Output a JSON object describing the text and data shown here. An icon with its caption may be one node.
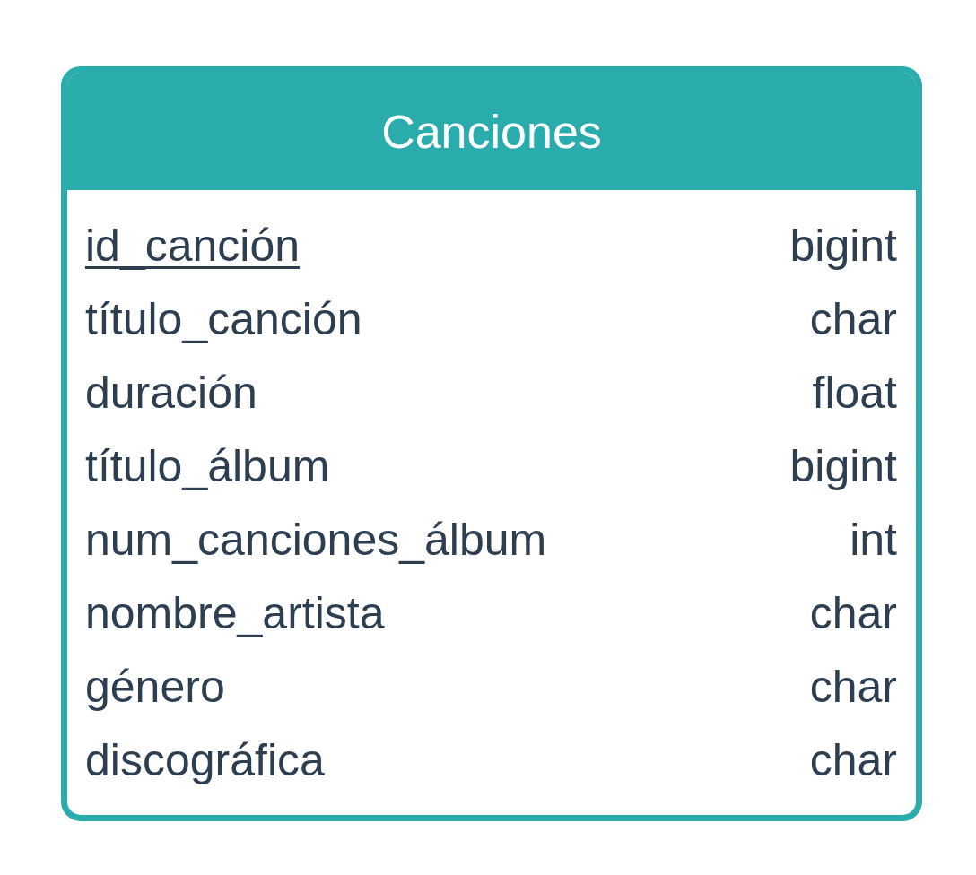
{
  "diagram": {
    "nodes": [
      {
        "text": [
          "Canciones",
          "id_canción",
          "bigint",
          "título_canción",
          "char",
          "duración",
          "float",
          "título_álbum",
          "bigint",
          "num_canciones_álbum",
          "int",
          "nombre_artista",
          "char",
          "género",
          "char",
          "discográfica",
          "char"
        ]
      }
    ]
  }
}
